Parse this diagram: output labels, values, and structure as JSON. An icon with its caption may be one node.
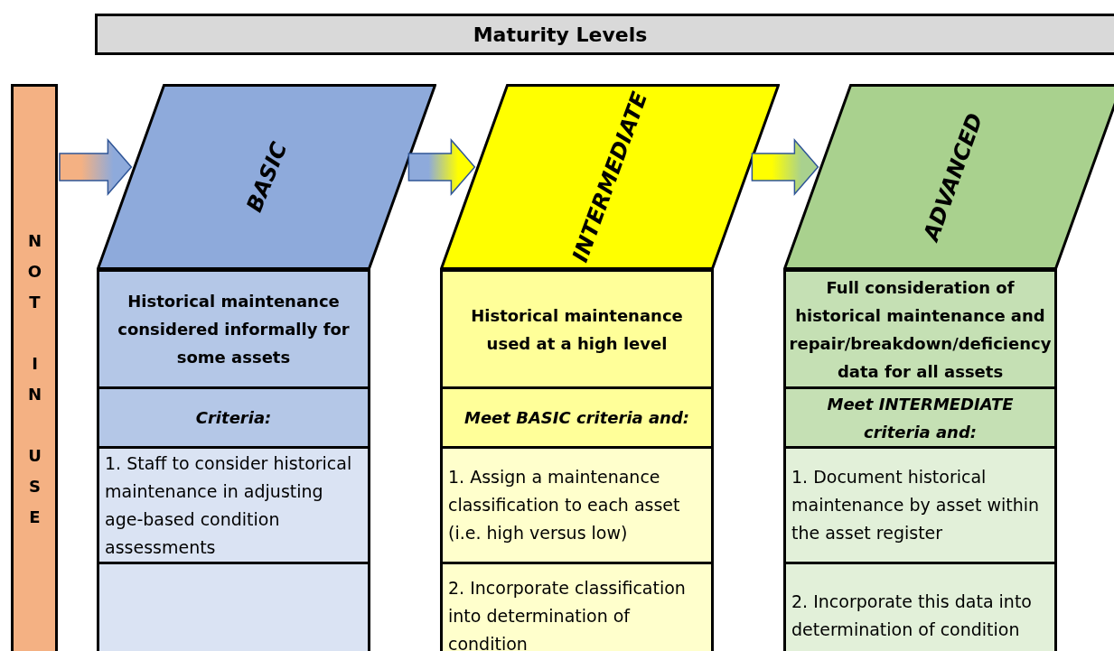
{
  "diagram": {
    "title": "Maturity Levels",
    "nodes": [
      {
        "text": [
          "NOT IN USE"
        ]
      },
      {
        "text": [
          "BASIC"
        ]
      },
      {
        "text": [
          "INTERMEDIATE"
        ]
      },
      {
        "text": [
          "ADVANCED"
        ]
      },
      {
        "text": [
          "Historical maintenance considered informally for some assets"
        ]
      },
      {
        "text": [
          "Criteria:"
        ]
      },
      {
        "text": [
          "1. Staff to consider historical maintenance in adjusting age-based condition assessments"
        ]
      },
      {
        "text": [],
        "shape": "box"
      },
      {
        "text": [
          "Historical maintenance used at a high level"
        ]
      },
      {
        "text": [
          "Meet BASIC criteria and:"
        ]
      },
      {
        "text": [
          "1. Assign a maintenance classification to each asset (i.e. high versus low)"
        ]
      },
      {
        "text": [
          "2. Incorporate classification into determination of condition"
        ]
      },
      {
        "text": [
          "Full consideration of historical maintenance and repair/breakdown/deficiency data for all assets"
        ]
      },
      {
        "text": [
          "Meet INTERMEDIATE criteria and:"
        ]
      },
      {
        "text": [
          "1. Document historical maintenance by asset within the asset register"
        ]
      },
      {
        "text": [
          "2. Incorporate this data into determination of condition"
        ]
      }
    ],
    "edges": [
      {
        "from": 0,
        "to": 1,
        "arrow": "to"
      },
      {
        "from": 1,
        "to": 2,
        "arrow": "to"
      },
      {
        "from": 2,
        "to": 3,
        "arrow": "to"
      }
    ]
  }
}
